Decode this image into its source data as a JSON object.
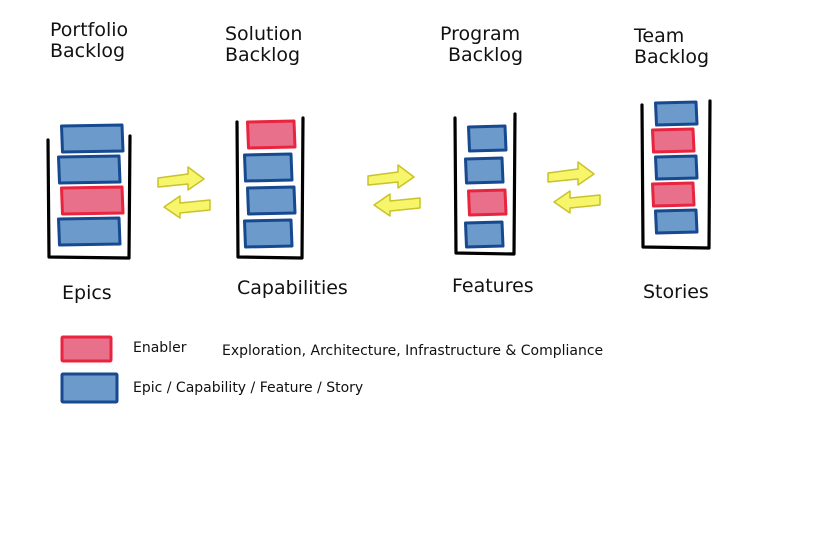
{
  "colors": {
    "enabler_fill": "#e8708a",
    "enabler_stroke": "#e8243f",
    "item_fill": "#6b9acb",
    "item_stroke": "#16498f",
    "arrow_fill": "#f7f56a",
    "arrow_stroke": "#c9c22a",
    "container_stroke": "#000000"
  },
  "backlogs": [
    {
      "title_line1": "Portfolio",
      "title_line2": "Backlog",
      "label": "Epics",
      "items": [
        "item",
        "item",
        "enabler",
        "item"
      ]
    },
    {
      "title_line1": "Solution",
      "title_line2": "Backlog",
      "label": "Capabilities",
      "items": [
        "enabler",
        "item",
        "item",
        "item"
      ]
    },
    {
      "title_line1": "Program",
      "title_line2": "Backlog",
      "label": "Features",
      "items": [
        "item",
        "item",
        "enabler",
        "item"
      ]
    },
    {
      "title_line1": "Team",
      "title_line2": "Backlog",
      "label": "Stories",
      "items": [
        "item",
        "enabler",
        "item",
        "enabler",
        "item"
      ]
    }
  ],
  "arrows": [
    {
      "between": [
        "Portfolio",
        "Solution"
      ],
      "icon": "bidirectional-arrow-icon"
    },
    {
      "between": [
        "Solution",
        "Program"
      ],
      "icon": "bidirectional-arrow-icon"
    },
    {
      "between": [
        "Program",
        "Team"
      ],
      "icon": "bidirectional-arrow-icon"
    }
  ],
  "legend": {
    "enabler_label": "Enabler",
    "enabler_description": "Exploration, Architecture, Infrastructure & Compliance",
    "item_label": "Epic / Capability / Feature / Story"
  }
}
